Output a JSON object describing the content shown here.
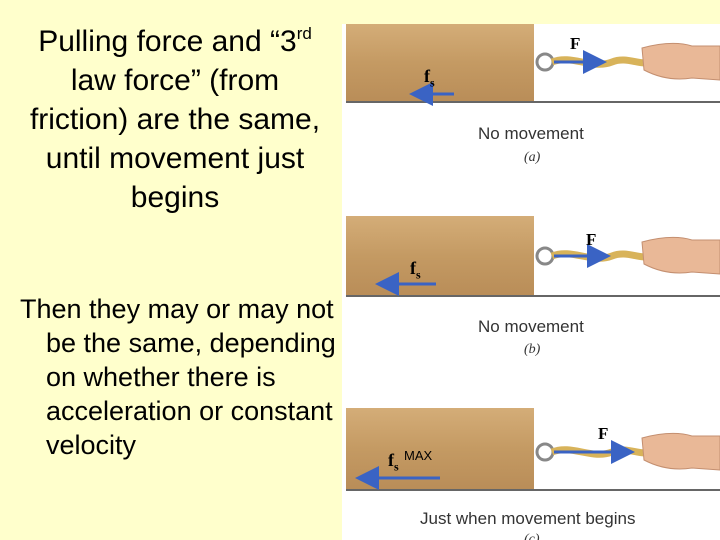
{
  "slide": {
    "title_part1": "Pulling force and “3",
    "title_sup": "rd",
    "title_part2": " law force” (from friction) are the same, until movement just begins",
    "body": "Then they may or may not be the same, depending on whether there is acceleration or constant velocity"
  },
  "figure": {
    "panels": [
      {
        "caption": "No movement",
        "sublabel": "(a)",
        "force_label": "F",
        "friction_label": "f",
        "friction_sub": "s"
      },
      {
        "caption": "No movement",
        "sublabel": "(b)",
        "force_label": "F",
        "friction_label": "f",
        "friction_sub": "s"
      },
      {
        "caption": "Just when movement begins",
        "sublabel": "(c)",
        "force_label": "F",
        "friction_label": "f",
        "friction_sub": "s",
        "max_label": "MAX"
      }
    ],
    "colors": {
      "wood": "#c8a06a",
      "arrow": "#3a63c4",
      "rope": "#d8b35a",
      "hand": "#e9b897"
    }
  }
}
